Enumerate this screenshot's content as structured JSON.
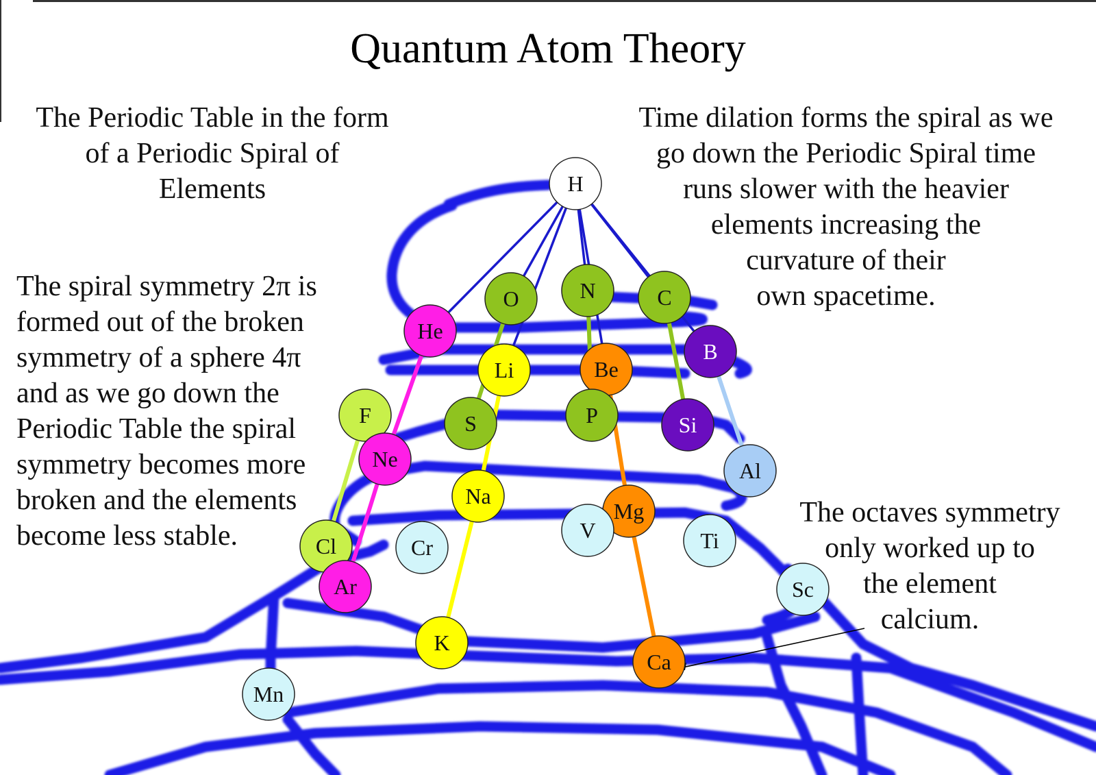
{
  "title": "Quantum Atom Theory",
  "intro_lines": [
    "The Periodic Table in the form",
    "of a Periodic Spiral of",
    "Elements"
  ],
  "symmetry_lines": [
    "The spiral symmetry 2π is",
    "formed out of the broken",
    "symmetry of a sphere 4π",
    "and as we go down the",
    "Periodic Table the spiral",
    "symmetry becomes more",
    "broken and the elements",
    "become less stable."
  ],
  "dilation_lines": [
    "Time dilation forms the spiral as we",
    "go down the Periodic Spiral time",
    "runs slower with the heavier",
    "elements increasing the",
    "curvature of  their",
    "own spacetime."
  ],
  "octaves_lines": [
    "The octaves symmetry",
    "only worked up to",
    "the element",
    "calcium."
  ],
  "colors": {
    "spiral": "#1a1ae6",
    "hydrogen": "#ffffff",
    "pink": "#ff1ee6",
    "green": "#8fc31f",
    "lime": "#c8f04a",
    "yellow": "#ffff00",
    "orange": "#ff8c00",
    "purple": "#6a0dbf",
    "light_blue": "#a8cdf5",
    "pale_cyan": "#d2f5fa",
    "link_blue": "#1a1acc"
  },
  "elements": [
    {
      "symbol": "H",
      "color": "hydrogen"
    },
    {
      "symbol": "He",
      "color": "pink"
    },
    {
      "symbol": "O",
      "color": "green"
    },
    {
      "symbol": "N",
      "color": "green"
    },
    {
      "symbol": "C",
      "color": "green"
    },
    {
      "symbol": "B",
      "color": "purple"
    },
    {
      "symbol": "Li",
      "color": "yellow"
    },
    {
      "symbol": "Be",
      "color": "orange"
    },
    {
      "symbol": "F",
      "color": "lime"
    },
    {
      "symbol": "Ne",
      "color": "pink"
    },
    {
      "symbol": "S",
      "color": "green"
    },
    {
      "symbol": "P",
      "color": "green"
    },
    {
      "symbol": "Si",
      "color": "purple"
    },
    {
      "symbol": "Al",
      "color": "light_blue"
    },
    {
      "symbol": "Na",
      "color": "yellow"
    },
    {
      "symbol": "Mg",
      "color": "orange"
    },
    {
      "symbol": "V",
      "color": "pale_cyan"
    },
    {
      "symbol": "Ti",
      "color": "pale_cyan"
    },
    {
      "symbol": "Cr",
      "color": "pale_cyan"
    },
    {
      "symbol": "Cl",
      "color": "lime"
    },
    {
      "symbol": "Ar",
      "color": "pink"
    },
    {
      "symbol": "Sc",
      "color": "pale_cyan"
    },
    {
      "symbol": "K",
      "color": "yellow"
    },
    {
      "symbol": "Ca",
      "color": "orange"
    },
    {
      "symbol": "Mn",
      "color": "pale_cyan"
    }
  ],
  "hydrogen_links": [
    "He",
    "O",
    "Li",
    "N",
    "Be",
    "C",
    "B"
  ],
  "group_links": [
    {
      "from": "He",
      "to": "Ne",
      "color": "pink"
    },
    {
      "from": "Ne",
      "to": "Ar",
      "color": "pink"
    },
    {
      "from": "F",
      "to": "Cl",
      "color": "lime"
    },
    {
      "from": "O",
      "to": "S",
      "color": "green"
    },
    {
      "from": "Li",
      "to": "Na",
      "color": "yellow"
    },
    {
      "from": "Na",
      "to": "K",
      "color": "yellow"
    },
    {
      "from": "N",
      "to": "P",
      "color": "green"
    },
    {
      "from": "Be",
      "to": "Mg",
      "color": "orange"
    },
    {
      "from": "Mg",
      "to": "Ca",
      "color": "orange"
    },
    {
      "from": "C",
      "to": "Si",
      "color": "green"
    },
    {
      "from": "B",
      "to": "Al",
      "color": "light_blue"
    }
  ]
}
